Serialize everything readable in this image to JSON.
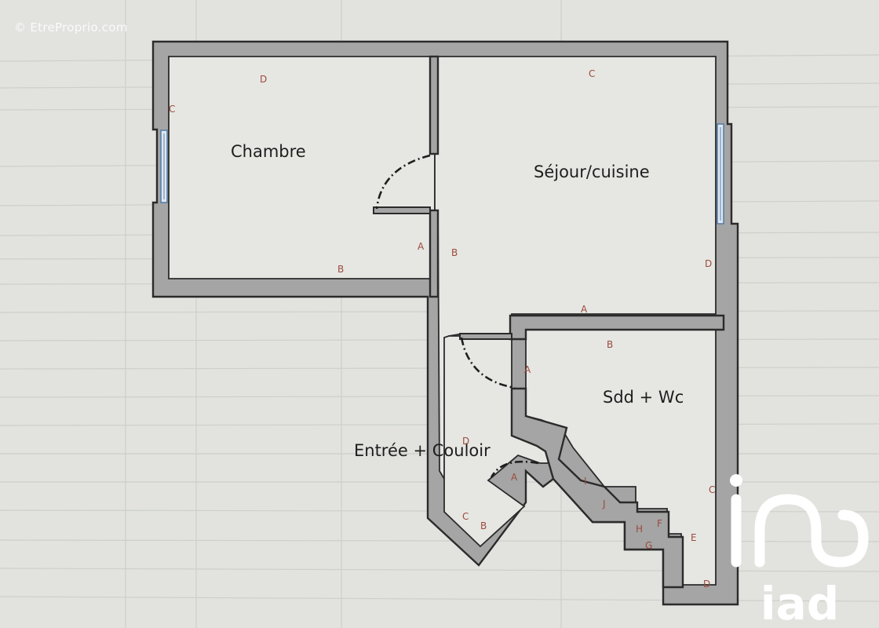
{
  "watermark": "© EtreProprio.com",
  "logo": {
    "top": "ino",
    "bottom": "iad"
  },
  "rooms": {
    "chambre": "Chambre",
    "sejour": "Séjour/cuisine",
    "sdd": "Sdd + Wc",
    "entree": "Entrée + Couloir"
  },
  "wall_letters": {
    "chambre_d": "D",
    "chambre_c": "C",
    "chambre_b": "B",
    "chambre_a": "A",
    "sejour_c": "C",
    "sejour_d": "D",
    "sejour_b": "B",
    "sejour_a": "A",
    "sdd_b": "B",
    "sdd_a": "A",
    "sdd_c": "C",
    "sdd_e": "E",
    "sdd_d": "D",
    "sdd_i": "I",
    "sdd_j": "J",
    "sdd_h": "H",
    "sdd_g": "G",
    "sdd_f": "F",
    "entree_d": "D",
    "entree_a": "A",
    "entree_c": "C",
    "entree_b": "B"
  },
  "colors": {
    "background": "#e2e3df",
    "wall_fill": "#a4a5a4",
    "wall_outline": "#2b2b2b",
    "room_fill": "#e6e7e3",
    "letter": "#9c4a3c",
    "window": "#5a7fa6"
  }
}
